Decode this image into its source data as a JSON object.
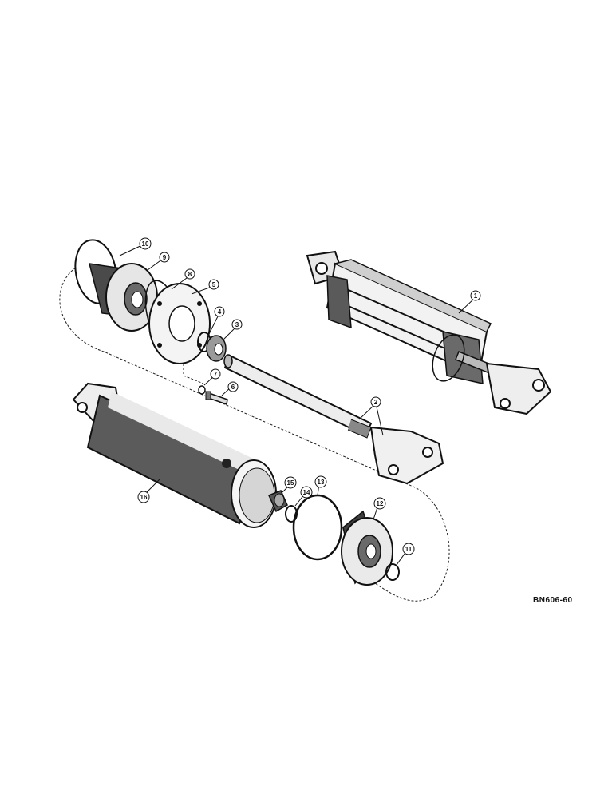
{
  "figure_code": "BN606-60",
  "callouts": [
    {
      "id": "c1",
      "label": "1"
    },
    {
      "id": "c2",
      "label": "2"
    },
    {
      "id": "c3",
      "label": "3"
    },
    {
      "id": "c4",
      "label": "4"
    },
    {
      "id": "c5",
      "label": "5"
    },
    {
      "id": "c6",
      "label": "6"
    },
    {
      "id": "c7",
      "label": "7"
    },
    {
      "id": "c8",
      "label": "8"
    },
    {
      "id": "c9",
      "label": "9"
    },
    {
      "id": "c10",
      "label": "10"
    },
    {
      "id": "c11",
      "label": "11"
    },
    {
      "id": "c12",
      "label": "12"
    },
    {
      "id": "c13",
      "label": "13"
    },
    {
      "id": "c14",
      "label": "14"
    },
    {
      "id": "c15",
      "label": "15"
    },
    {
      "id": "c16",
      "label": "16"
    }
  ]
}
